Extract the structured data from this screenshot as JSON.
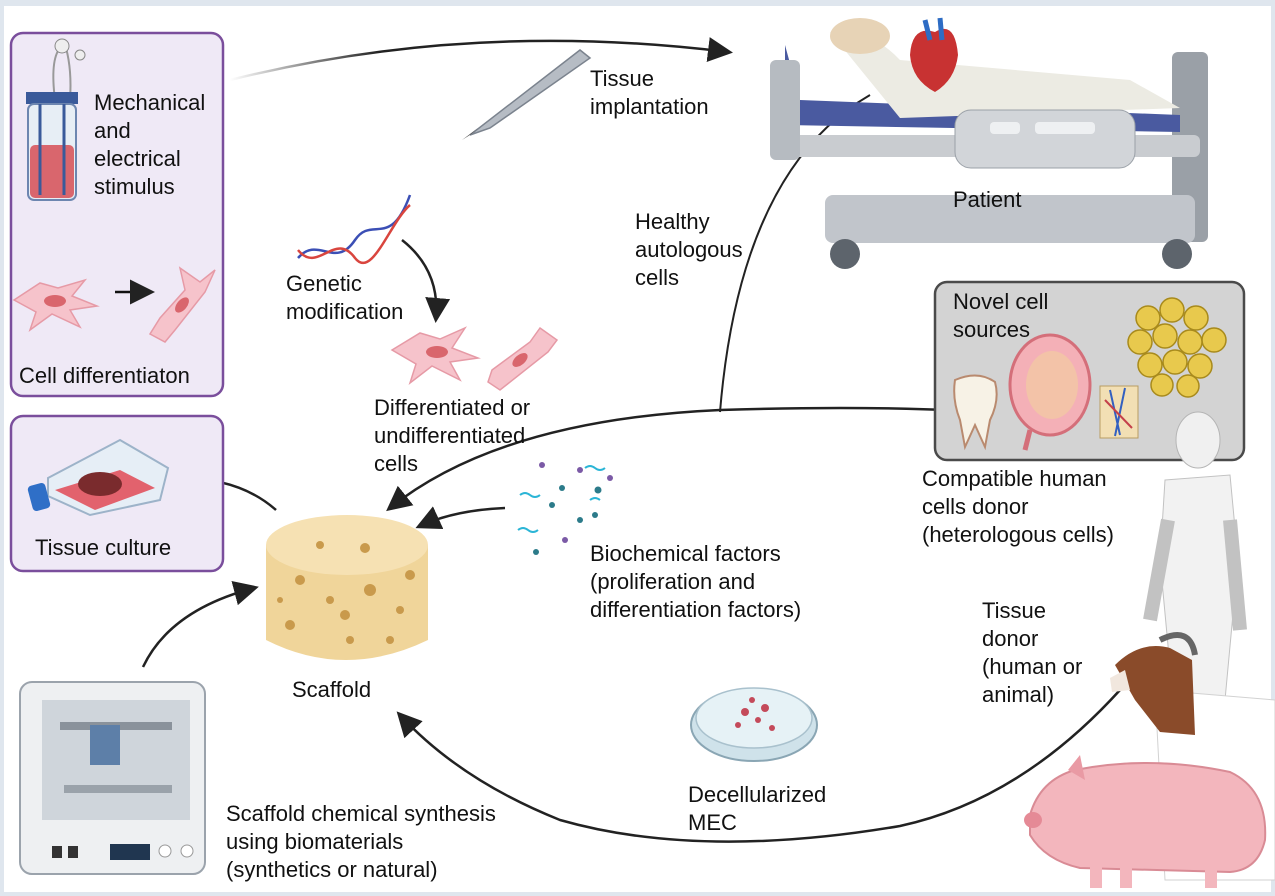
{
  "labels": {
    "mechanical": "Mechanical\nand\nelectrical\nstimulus",
    "cell_diff": "Cell differentiaton",
    "tissue_culture": "Tissue culture",
    "tissue_implantation": "Tissue\nimplantation",
    "patient": "Patient",
    "healthy": "Healthy\nautologous\ncells",
    "genetic": "Genetic\nmodification",
    "differentiated": "Differentiated or\nundifferentiated\ncells",
    "novel": "Novel cell\nsources",
    "compatible": "Compatible human\ncells donor\n(heterologous cells)",
    "biochemical": "Biochemical factors\n(proliferation and\ndifferentiation factors)",
    "scaffold": "Scaffold",
    "tissue_donor": "Tissue\ndonor\n(human or\nanimal)",
    "decell": "Decellularized\nMEC",
    "synthesis": "Scaffold chemical synthesis\nusing biomaterials\n(synthetics or natural)"
  },
  "colors": {
    "frame": "#ffffff",
    "panel_purple": "#7a4e9c",
    "panel_purple_fill": "#efe9f6",
    "panel_grey": "#4a4a4a",
    "scaffold": "#f1d6a0",
    "cell": "#f2a9b4",
    "arrow": "#222222"
  },
  "icons": [
    "bioreactor-icon",
    "cell-icon",
    "flask-icon",
    "scalpel-icon",
    "hospital-bed-icon",
    "heart-icon",
    "dna-icon",
    "tooth-icon",
    "fetus-icon",
    "adipose-cells-icon",
    "bone-icon",
    "human-icon",
    "molecules-icon",
    "scaffold-icon",
    "petri-dish-icon",
    "3d-printer-icon",
    "goat-icon",
    "pig-icon"
  ]
}
